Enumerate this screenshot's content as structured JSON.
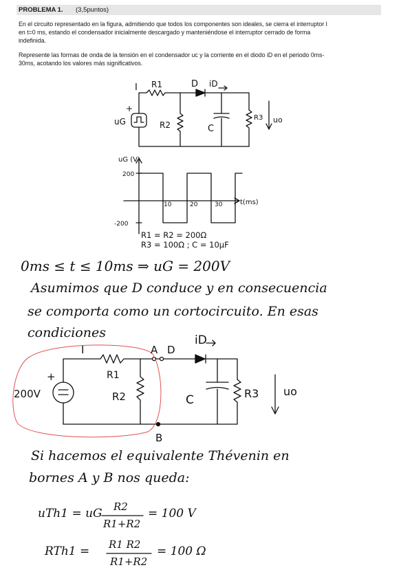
{
  "problem": {
    "title": "PROBLEMA 1.",
    "points": "(3,5puntos)",
    "paragraph1": [
      "En el circuito representado en la figura, admitiendo que todos los componentes son ideales, se cierra el interruptor I",
      "en t=0 ms, estando el condensador inicialmente descargado y manteniéndose el interruptor cerrado de forma",
      "indefinida."
    ],
    "paragraph2": [
      "Represente las formas de onda de la tensión en el condensador uc y la corriente en el diodo iD en el periodo 0ms-",
      "30ms, acotando los valores más significativos."
    ]
  },
  "circuit1": {
    "switch_label": "I",
    "r1": "R1",
    "diode": "D",
    "current": "iD",
    "plus": "+",
    "source": "uG",
    "r2": "R2",
    "cap": "C",
    "r3": "R3",
    "out": "uo"
  },
  "graph": {
    "ylabel": "uG (V)",
    "y_high": "200",
    "y_low": "-200",
    "ticks": [
      "10",
      "20",
      "30"
    ],
    "xlabel": "t(ms)"
  },
  "values": {
    "line1": "R1 = R2 = 200Ω",
    "line2": "R3 = 100Ω ; C = 10μF"
  },
  "solution": {
    "condition": "0ms ≤ t ≤ 10ms   ⇒  uG = 200V",
    "text": [
      "Asumimos que D conduce y en consecuencia",
      "se comporta como un cortocircuito. En esas",
      "condiciones"
    ]
  },
  "circuit2": {
    "switch_label": "I",
    "node_a": "A",
    "diode": "D",
    "current": "iD",
    "plus": "+",
    "source_value": "200V",
    "r1": "R1",
    "r2": "R2",
    "cap": "C",
    "r3": "R3",
    "out": "uo",
    "node_b": "B"
  },
  "thevenin": {
    "text": [
      "Si hacemos el equivalente Thévenin en",
      "bornes A y B nos queda:"
    ],
    "uth_lhs": "uTh1 = uG",
    "uth_num": "R2",
    "uth_den": "R1+R2",
    "uth_res": "= 100 V",
    "rth_lhs": "RTh1 =",
    "rth_num": "R1 R2",
    "rth_den": "R1+R2",
    "rth_res": "= 100 Ω"
  },
  "colors": {
    "ink": "#111111",
    "highlight_circle": "#e05050",
    "header_band": "#e6e6e6"
  }
}
